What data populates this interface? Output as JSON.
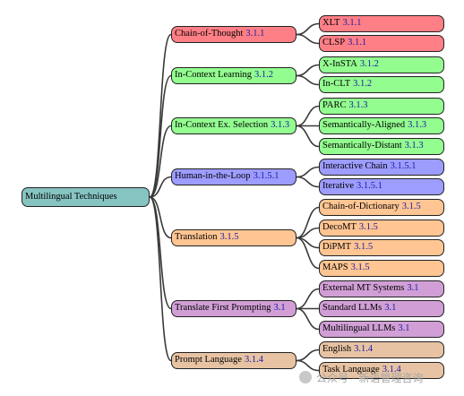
{
  "root": {
    "label": "Multilingual Techniques"
  },
  "colors": {
    "root": "#86c4c2",
    "red": "#ff7f86",
    "green": "#93fd90",
    "blue": "#9d9cff",
    "orange": "#ffc592",
    "purple": "#d19fd6",
    "tan": "#e7c3a3",
    "line": "#3a3a3a",
    "ref": "#1a1aa6"
  },
  "categories": [
    {
      "label": "Chain-of-Thought",
      "ref": "3.1.1",
      "color": "red",
      "children": [
        {
          "label": "XLT",
          "ref": "3.1.1"
        },
        {
          "label": "CLSP",
          "ref": "3.1.1"
        }
      ]
    },
    {
      "label": "In-Context Learning",
      "ref": "3.1.2",
      "color": "green",
      "children": [
        {
          "label": "X-InSTA",
          "ref": "3.1.2"
        },
        {
          "label": "In-CLT",
          "ref": "3.1.2"
        }
      ]
    },
    {
      "label": "In-Context Ex.  Selection",
      "ref": "3.1.3",
      "color": "green",
      "children": [
        {
          "label": "PARC",
          "ref": "3.1.3"
        },
        {
          "label": "Semantically-Aligned",
          "ref": "3.1.3"
        },
        {
          "label": "Semantically-Distant",
          "ref": "3.1.3"
        }
      ]
    },
    {
      "label": "Human-in-the-Loop",
      "ref": "3.1.5.1",
      "color": "blue",
      "children": [
        {
          "label": "Interactive Chain",
          "ref": "3.1.5.1"
        },
        {
          "label": "Iterative",
          "ref": "3.1.5.1"
        }
      ]
    },
    {
      "label": "Translation",
      "ref": "3.1.5",
      "color": "orange",
      "children": [
        {
          "label": "Chain-of-Dictionary",
          "ref": "3.1.5"
        },
        {
          "label": "DecoMT",
          "ref": "3.1.5"
        },
        {
          "label": "DiPMT",
          "ref": "3.1.5"
        },
        {
          "label": "MAPS",
          "ref": "3.1.5"
        }
      ]
    },
    {
      "label": "Translate First Prompting",
      "ref": "3.1",
      "color": "purple",
      "children": [
        {
          "label": "External MT Systems",
          "ref": "3.1"
        },
        {
          "label": "Standard LLMs",
          "ref": "3.1"
        },
        {
          "label": "Multilingual LLMs",
          "ref": "3.1"
        }
      ]
    },
    {
      "label": "Prompt Language",
      "ref": "3.1.4",
      "color": "tan",
      "children": [
        {
          "label": "English",
          "ref": "3.1.4"
        },
        {
          "label": "Task Language",
          "ref": "3.1.4"
        }
      ]
    }
  ],
  "watermark": {
    "text": "公众号 · 新语管理咨询"
  }
}
